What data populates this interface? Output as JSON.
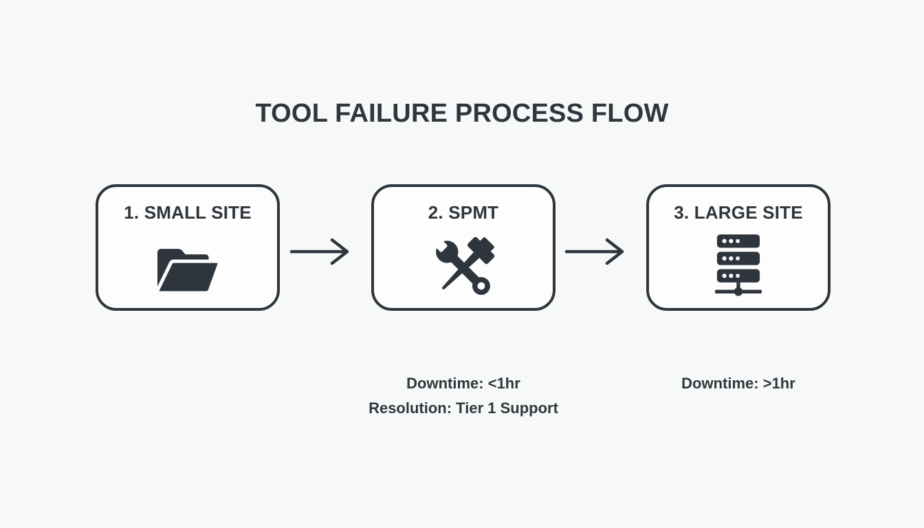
{
  "title": "TOOL FAILURE PROCESS FLOW",
  "steps": [
    {
      "label": "1. SMALL SITE",
      "icon": "folder-icon"
    },
    {
      "label": "2. SPMT",
      "icon": "wrench-hammer-icon"
    },
    {
      "label": "3. LARGE SITE",
      "icon": "server-icon"
    }
  ],
  "connectors": [
    {
      "icon": "arrow-right-icon"
    },
    {
      "icon": "arrow-right-icon"
    }
  ],
  "notes": {
    "spmt": {
      "line1": "Downtime: <1hr",
      "line2": "Resolution: Tier 1 Support"
    },
    "large_site": {
      "line1": "Downtime: >1hr"
    }
  },
  "colors": {
    "ink": "#2e353d",
    "background": "#f7f8f8",
    "box_fill": "#fdfdfd"
  }
}
